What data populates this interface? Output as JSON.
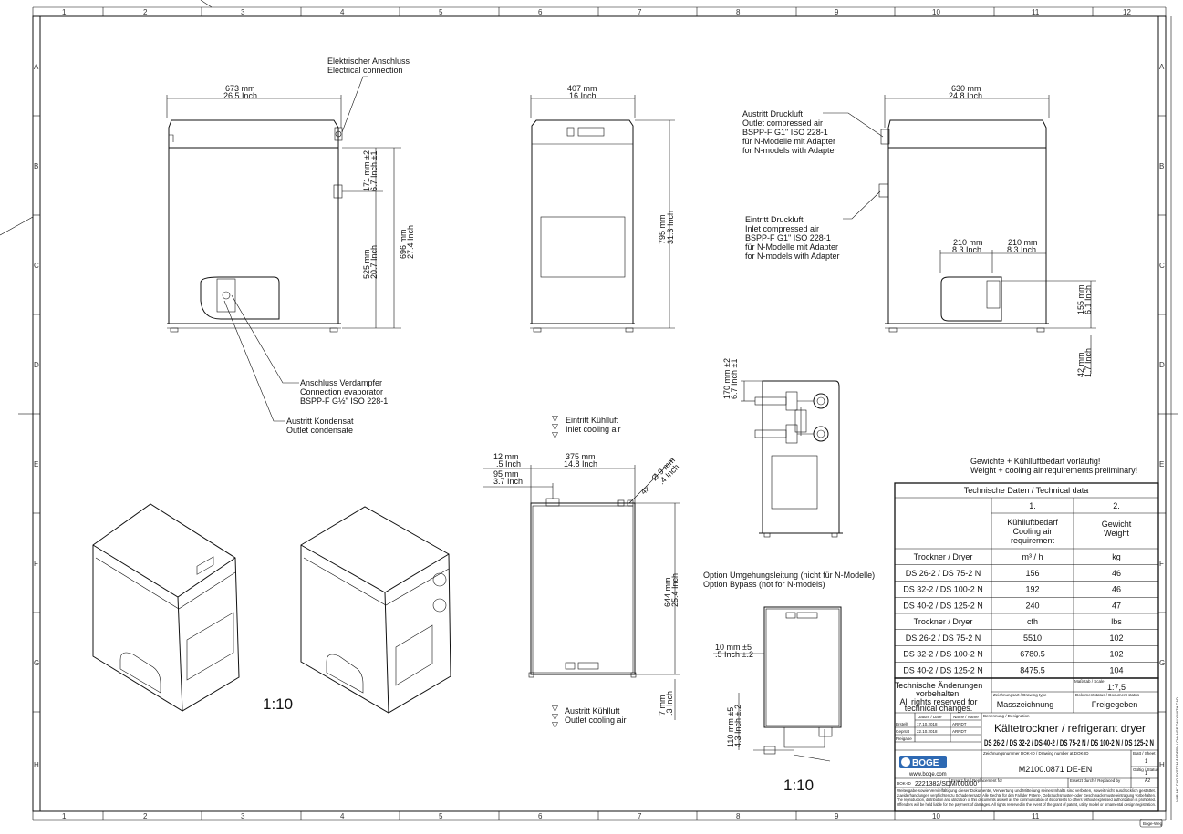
{
  "grid": {
    "cols": [
      "1",
      "2",
      "3",
      "4",
      "5",
      "6",
      "7",
      "8",
      "9",
      "10",
      "11",
      "12"
    ],
    "rows": [
      "A",
      "B",
      "C",
      "D",
      "E",
      "F",
      "G",
      "H"
    ]
  },
  "front_view": {
    "width": "673 mm",
    "width_in": "26.5 Inch",
    "electrical": [
      "Elektrischer Anschluss",
      "Electrical connection"
    ],
    "dim_171": "171 mm ±2",
    "dim_171_in": "6.7 Inch ±1",
    "dim_696": "696 mm",
    "dim_696_in": "27.4 Inch",
    "dim_525": "525 mm",
    "dim_525_in": "20.7 Inch",
    "evaporator": [
      "Anschluss Verdampfer",
      "Connection evaporator",
      "BSPP-F G½\" ISO 228-1"
    ],
    "condensate": [
      "Austritt Kondensat",
      "Outlet condensate"
    ]
  },
  "side_view": {
    "width": "407 mm",
    "width_in": "16 Inch",
    "dim_795": "795 mm",
    "dim_795_in": "31.3 Inch"
  },
  "rear_view": {
    "width": "630 mm",
    "width_in": "24.8 Inch",
    "outlet": [
      "Austritt Druckluft",
      "Outlet compressed air",
      "BSPP-F G1\" ISO 228-1",
      "für N-Modelle mit Adapter",
      "for N-models with Adapter"
    ],
    "inlet": [
      "Eintritt Druckluft",
      "Inlet compressed air",
      "BSPP-F G1\" ISO 228-1",
      "für N-Modelle mit Adapter",
      "for N-models with Adapter"
    ],
    "dim_210a": "210 mm",
    "dim_210a_in": "8.3 Inch",
    "dim_210b": "210 mm",
    "dim_210b_in": "8.3 Inch",
    "dim_155": "155 mm",
    "dim_155_in": "6.1 Inch",
    "dim_42": "42 mm",
    "dim_42_in": "1.7 Inch"
  },
  "back_detail": {
    "dim_170": "170 mm ±2",
    "dim_170_in": "6.7 Inch ±1"
  },
  "top_view": {
    "inlet_cooling": [
      "Eintritt Kühlluft",
      "Inlet cooling air"
    ],
    "outlet_cooling": [
      "Austritt Kühlluft",
      "Outlet cooling air"
    ],
    "dim_12": "12 mm",
    "dim_12_in": ".5 Inch",
    "dim_375": "375 mm",
    "dim_375_in": "14.8 Inch",
    "dim_95": "95 mm",
    "dim_95_in": "3.7 Inch",
    "holes": "4x",
    "dim_9": "Ø 9 mm",
    "dim_9_in": ".4 Inch",
    "dim_644": "644 mm",
    "dim_644_in": "25.4 Inch",
    "dim_7": "7 mm",
    "dim_7_in": ".3 Inch"
  },
  "bypass_view": {
    "option": [
      "Option Umgehungsleitung (nicht für N-Modelle)",
      "Option Bypass (not for N-models)"
    ],
    "dim_10": "10 mm ±5",
    "dim_10_in": ".5 Inch ±.2",
    "dim_110": "110 mm ±5",
    "dim_110_in": "4.3 Inch ±.2",
    "scale": "1:10"
  },
  "iso_scale": "1:10",
  "preliminary": [
    "Gewichte + Kühlluftbedarf vorläufig!",
    "Weight + cooling air requirements preliminary!"
  ],
  "tech_table": {
    "title": "Technische Daten / Technical data",
    "col_nums": [
      "1.",
      "2."
    ],
    "col_heads": [
      [
        "Kühlluftbedarf",
        "Cooling air",
        "requirement"
      ],
      [
        "Gewicht",
        "Weight"
      ]
    ],
    "rows": [
      {
        "a": "Trockner / Dryer",
        "b": "m³ / h",
        "c": "kg"
      },
      {
        "a": "DS 26-2 / DS 75-2 N",
        "b": "156",
        "c": "46"
      },
      {
        "a": "DS 32-2 / DS 100-2 N",
        "b": "192",
        "c": "46"
      },
      {
        "a": "DS 40-2 / DS 125-2 N",
        "b": "240",
        "c": "47"
      },
      {
        "a": "Trockner / Dryer",
        "b": "cfh",
        "c": "lbs"
      },
      {
        "a": "DS 26-2 / DS 75-2 N",
        "b": "5510",
        "c": "102"
      },
      {
        "a": "DS 32-2 / DS 100-2 N",
        "b": "6780.5",
        "c": "102"
      },
      {
        "a": "DS 40-2 / DS 125-2 N",
        "b": "8475.5",
        "c": "104"
      }
    ]
  },
  "title_block": {
    "changes": [
      "Technische Änderungen",
      "vorbehalten.",
      "All rights reserved for",
      "technical changes."
    ],
    "scale_label": "Maßstab / Scale",
    "scale": "1:7,5",
    "drawing_type_label": "Zeichnungsart / Drawing type",
    "drawing_type": "Masszeichnung",
    "doc_status_label": "Dokumentstatus / Document status",
    "doc_status": "Freigegeben",
    "designation_label": "Benennung / Designation",
    "designation": "Kältetrockner / refrigerant dryer",
    "models": "DS 26-2 / DS 32-2 / DS 40-2 / DS 75-2 N / DS 100-2 N / DS 125-2 N",
    "date_label": "Datum / Date",
    "name_label": "Name / Name",
    "rows": [
      {
        "k": "Erstellt",
        "d": "17.10.2018",
        "n": "ARNDT"
      },
      {
        "k": "Geprüft",
        "d": "22.10.2018",
        "n": "ARNDT"
      },
      {
        "k": "Freigabe",
        "d": "",
        "n": ""
      }
    ],
    "logo": "BOGE",
    "website": "www.boge.com",
    "drawing_no_label": "Zeichnungsnummer DOK-ID / Drawing number at DOK-ID",
    "drawing_no": "M2100.0871 DE-EN",
    "sheet_label": "Blatt / Sheet",
    "sheet": "1",
    "sheet_of": "1",
    "dok_id_label": "DOK-ID",
    "dok_id": "2221382/SDM/000/00",
    "replaced_for_label": "Ersatz für / Replacement for",
    "replaced_by_label": "Ersetzt durch / Replaced by",
    "size": "A2",
    "release": "Gültig / Status",
    "corner": "Boge-Weg",
    "legal": [
      "Weitergabe sowie Vervielfältigung dieser Dokumente, Verwertung und Mitteilung seines Inhalts sind verboten, soweit nicht ausdrücklich gestattet.",
      "Zuwiderhandlungen verpflichten zu Schadenersatz. Alle Rechte für den Fall der Patent-, Gebrauchsmuster- oder Geschmacksmustereintragung vorbehalten.",
      "The reproduction, distribution and utilization of this documents as well as the communication of its contents to others without expressed authorization is prohibited.",
      "Offenders will be held liable for the payment of damages. All rights reserved in the event of the grant of patent, utility model or ornamental design registration."
    ]
  },
  "side_strip": "NUR MIT CAD-SYSTEM ÄNDERN / CHANGE ONLY WITH CAD"
}
